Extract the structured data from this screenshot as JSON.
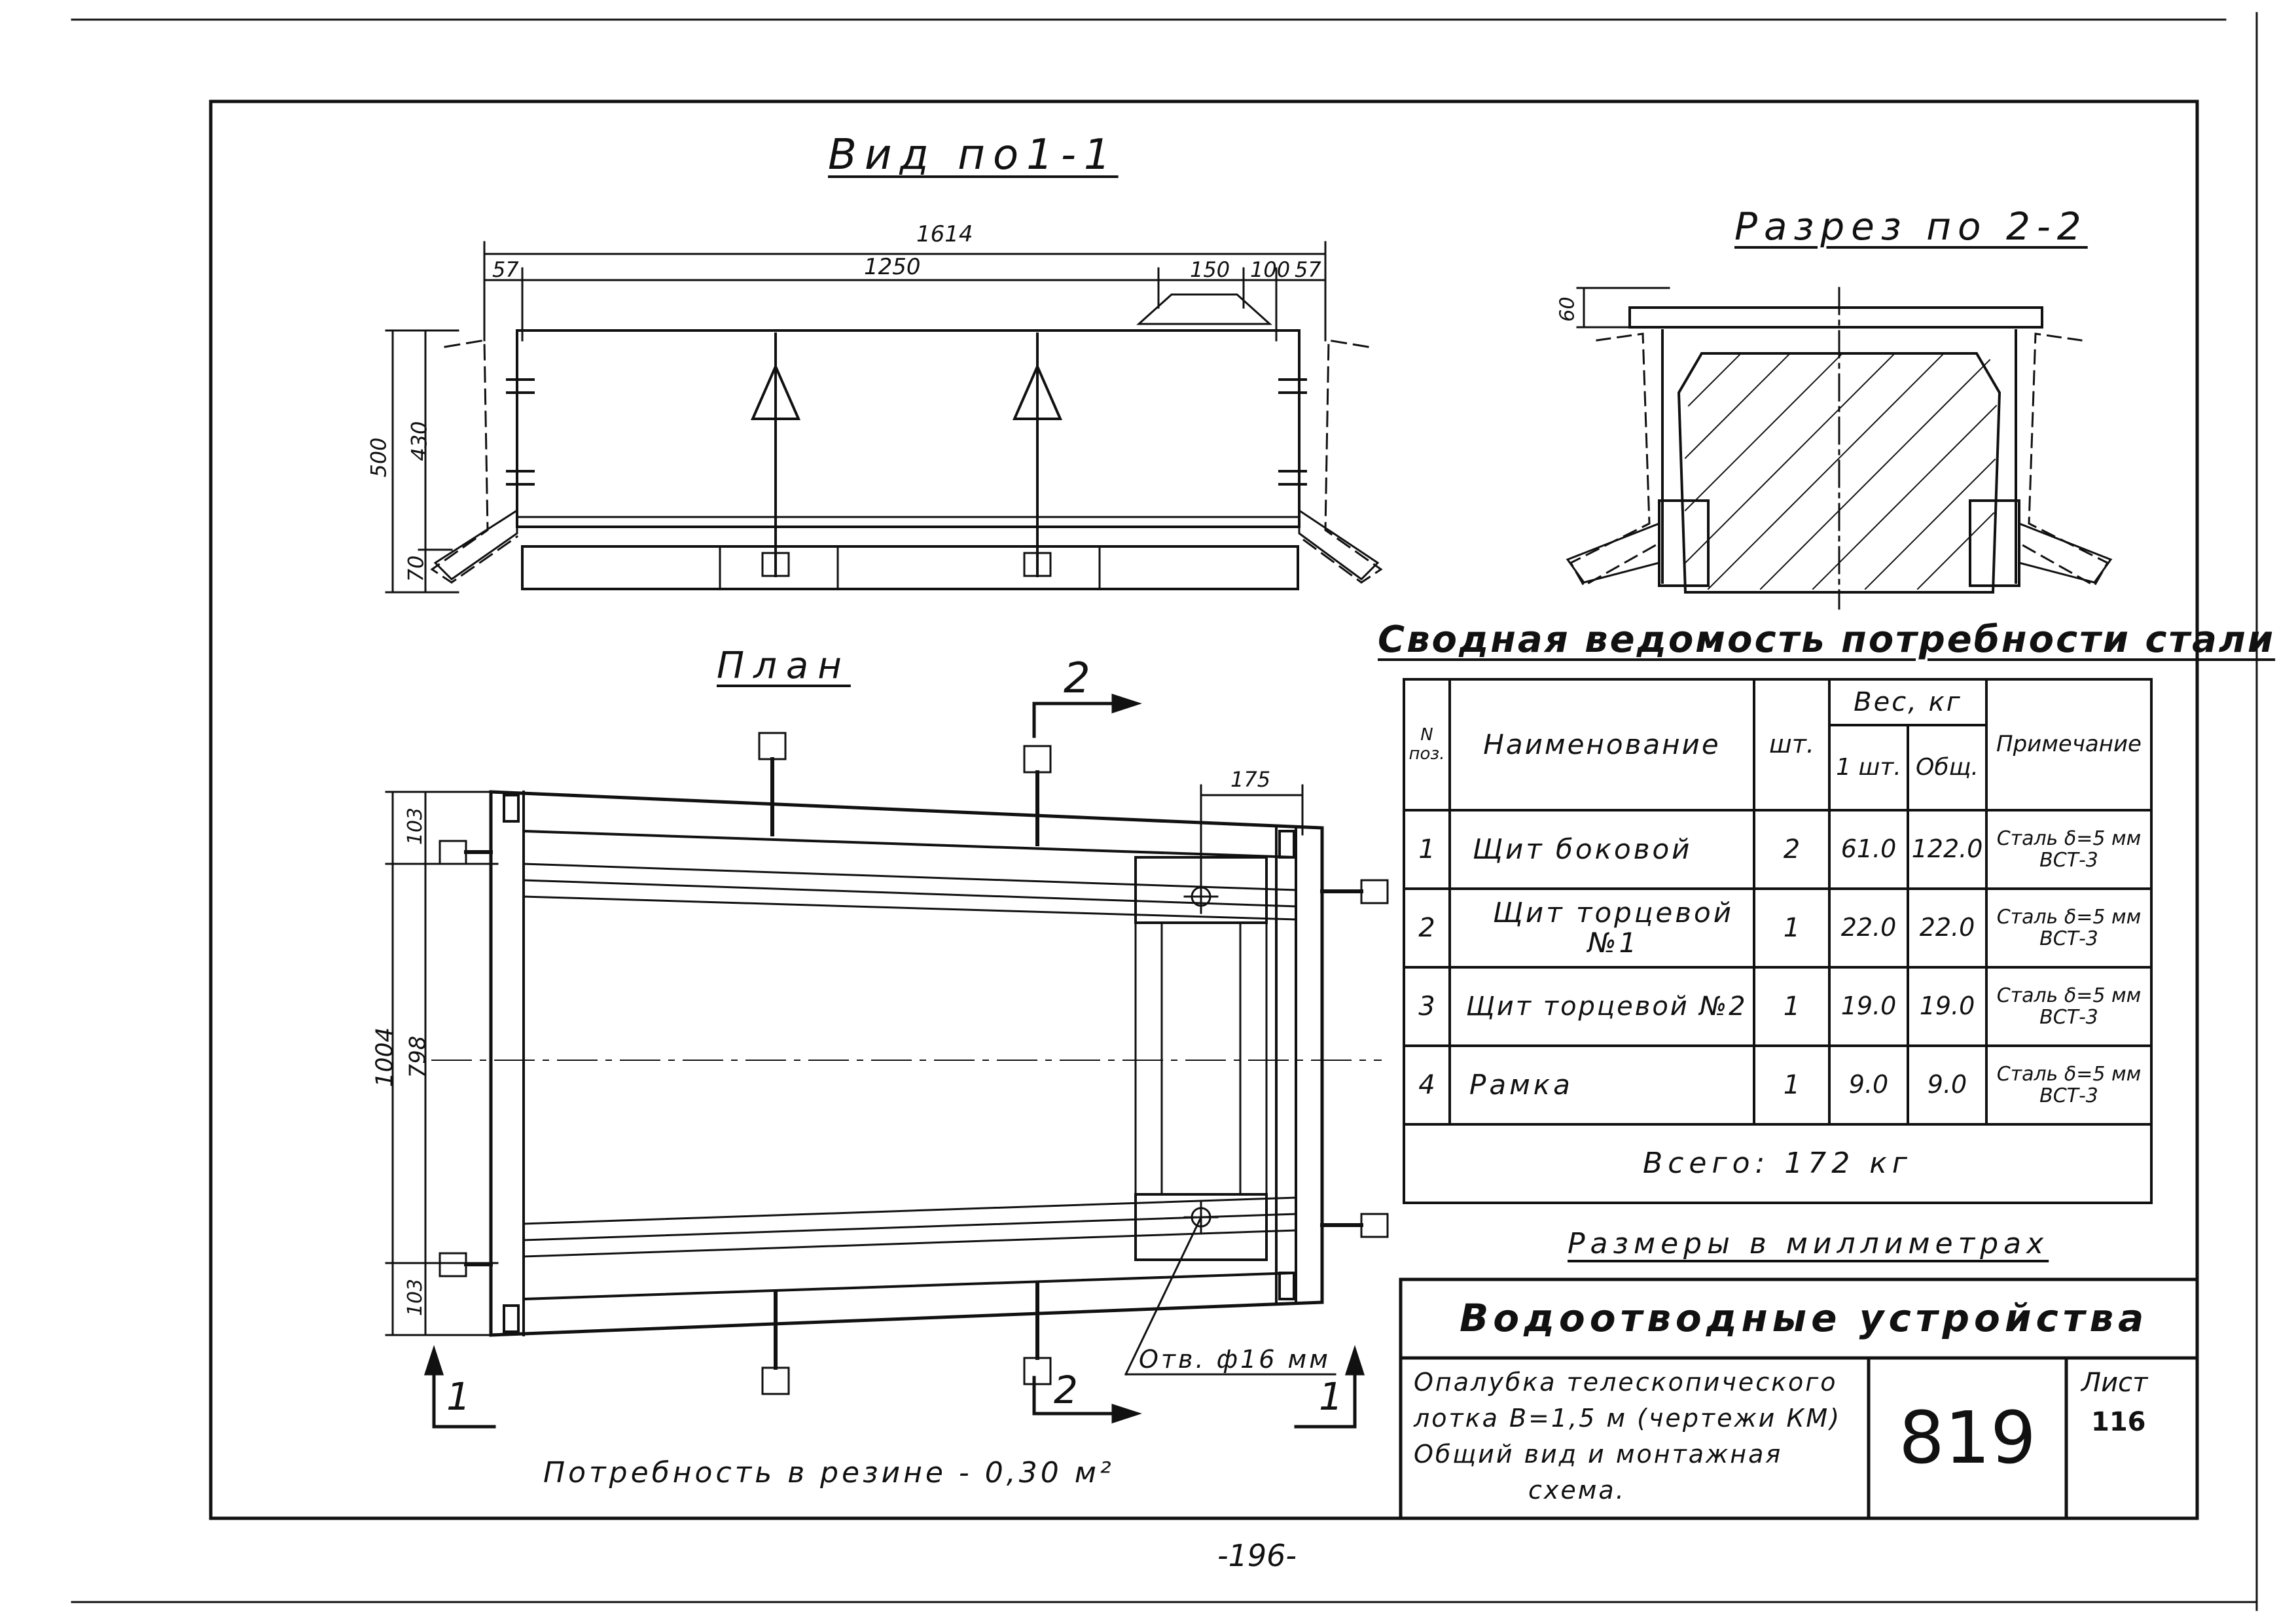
{
  "views": {
    "view_title": "Вид по1-1",
    "section_title": "Разрез по 2-2",
    "plan_title": "План"
  },
  "view_dims": {
    "overall": "1614",
    "left_end": "57",
    "main": "1250",
    "d150": "150",
    "d100": "100",
    "right_end": "57",
    "height_total": "500",
    "height_430": "430",
    "height_70": "70"
  },
  "section_dims": {
    "d60": "60"
  },
  "plan_dims": {
    "top": "103",
    "total": "1004",
    "middle": "798",
    "bottom": "103",
    "d175": "175",
    "hole_note": "Отв. ф16 мм",
    "cut2_top": "2",
    "cut2_bottom": "2",
    "cut1_left": "1",
    "cut1_right": "1"
  },
  "rubber_note": "Потребность в резине - 0,30 м²",
  "steel_table": {
    "title": "Сводная ведомость потребности стали",
    "headers": {
      "pos": "N поз.",
      "name": "Наименование",
      "qty": "шт.",
      "weight": "Вес, кг",
      "unit": "1 шт.",
      "total": "Общ.",
      "note": "Примечание"
    },
    "rows": [
      {
        "pos": "1",
        "name": "Щит боковой",
        "qty": "2",
        "unit": "61.0",
        "total": "122.0",
        "note": "Сталь δ=5 мм ВСТ-3"
      },
      {
        "pos": "2",
        "name": "Щит торцевой №1",
        "qty": "1",
        "unit": "22.0",
        "total": "22.0",
        "note": "Сталь δ=5 мм ВСТ-3"
      },
      {
        "pos": "3",
        "name": "Щит торцевой №2",
        "qty": "1",
        "unit": "19.0",
        "total": "19.0",
        "note": "Сталь δ=5 мм ВСТ-3"
      },
      {
        "pos": "4",
        "name": "Рамка",
        "qty": "1",
        "unit": "9.0",
        "total": "9.0",
        "note": "Сталь δ=5 мм ВСТ-3"
      }
    ],
    "total": "Всего: 172 кг"
  },
  "units_note": "Размеры в миллиметрах",
  "stamp": {
    "heading": "Водоотводные устройства",
    "desc1": "Опалубка телескопического",
    "desc2": "лотка В=1,5 м (чертежи КМ)",
    "desc3": "Общий вид и монтажная",
    "desc4": "схема.",
    "number": "819",
    "sheet_label": "Лист",
    "sheet_no": "116"
  },
  "page_number": "-196-"
}
